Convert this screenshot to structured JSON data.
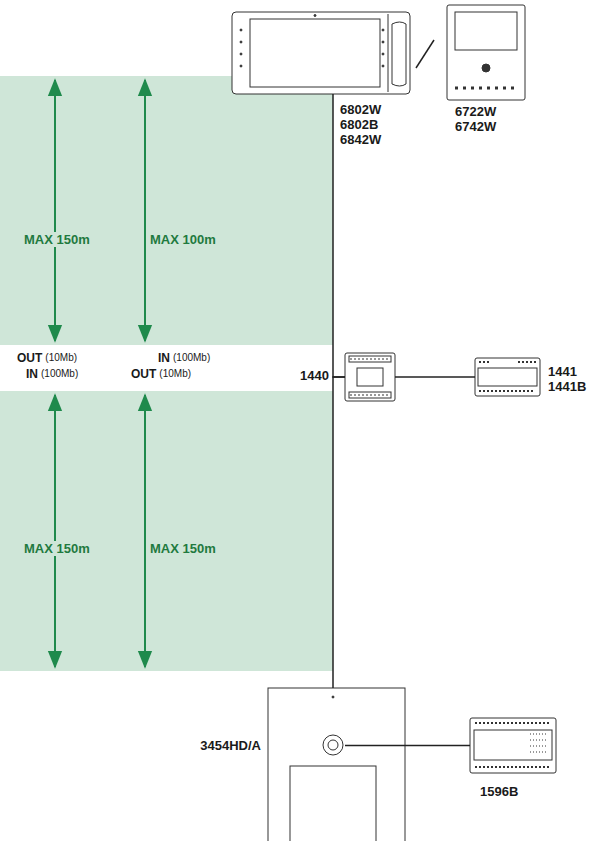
{
  "diagram": {
    "nodes": [
      {
        "text": [
          "6802W 6802B 6842W"
        ]
      },
      {
        "text": [
          "6722W 6742W"
        ]
      },
      {
        "text": [
          "1440"
        ]
      },
      {
        "text": [
          "1441 1441B"
        ]
      },
      {
        "text": [
          "3454HD/A"
        ]
      },
      {
        "text": [
          "1596B"
        ]
      }
    ],
    "edges": [
      {
        "from": 0,
        "to": 2,
        "arrow": "none"
      },
      {
        "from": 2,
        "to": 4,
        "arrow": "none"
      },
      {
        "from": 2,
        "to": 3,
        "arrow": "none"
      },
      {
        "from": 4,
        "to": 5,
        "arrow": "none"
      }
    ],
    "labels": [
      "MAX 150m",
      "MAX 100m",
      "OUT",
      "(10Mb)",
      "IN",
      "(100Mb)",
      "IN",
      "(100Mb)",
      "OUT",
      "(10Mb)",
      "MAX 150m",
      "MAX 150m"
    ]
  }
}
